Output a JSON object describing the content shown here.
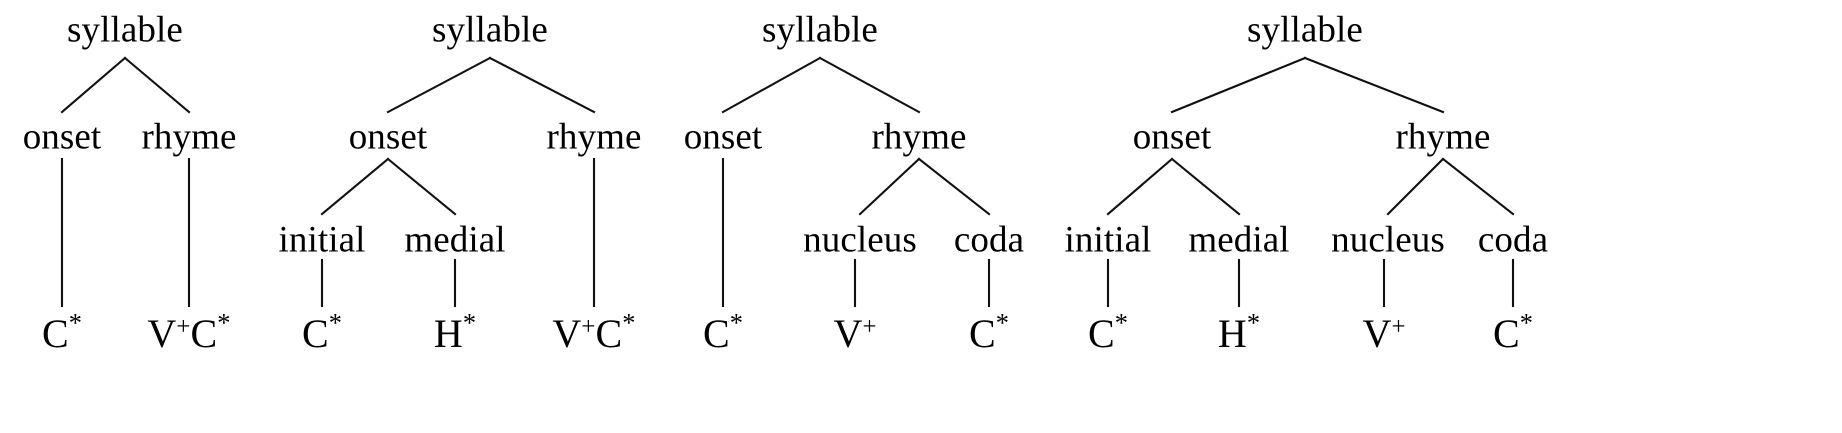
{
  "figure": {
    "type": "linguistic-tree-diagram",
    "background_color": "#ffffff",
    "line_color": "#111111",
    "text_color": "#000000",
    "tree_count": 4
  },
  "labels": {
    "syllable": "syllable",
    "onset": "onset",
    "rhyme": "rhyme",
    "initial": "initial",
    "medial": "medial",
    "nucleus": "nucleus",
    "coda": "coda"
  },
  "terminals": {
    "c_star": "C*",
    "h_star": "H*",
    "v_plus": "V⁺",
    "v_plus_c_star": "V⁺C*"
  },
  "trees": [
    {
      "id": "tree-1",
      "root": "syllable",
      "nodes": {
        "root": "syllable",
        "onset": "onset",
        "rhyme": "rhyme",
        "onset_leaf": "C*",
        "rhyme_leaf": "V⁺C*"
      }
    },
    {
      "id": "tree-2",
      "root": "syllable",
      "nodes": {
        "root": "syllable",
        "onset": "onset",
        "rhyme": "rhyme",
        "initial": "initial",
        "medial": "medial",
        "initial_leaf": "C*",
        "medial_leaf": "H*",
        "rhyme_leaf": "V⁺C*"
      }
    },
    {
      "id": "tree-3",
      "root": "syllable",
      "nodes": {
        "root": "syllable",
        "onset": "onset",
        "rhyme": "rhyme",
        "nucleus": "nucleus",
        "coda": "coda",
        "onset_leaf": "C*",
        "nucleus_leaf": "V⁺",
        "coda_leaf": "C*"
      }
    },
    {
      "id": "tree-4",
      "root": "syllable",
      "nodes": {
        "root": "syllable",
        "onset": "onset",
        "rhyme": "rhyme",
        "initial": "initial",
        "medial": "medial",
        "nucleus": "nucleus",
        "coda": "coda",
        "initial_leaf": "C*",
        "medial_leaf": "H*",
        "nucleus_leaf": "V⁺",
        "coda_leaf": "C*"
      }
    }
  ]
}
